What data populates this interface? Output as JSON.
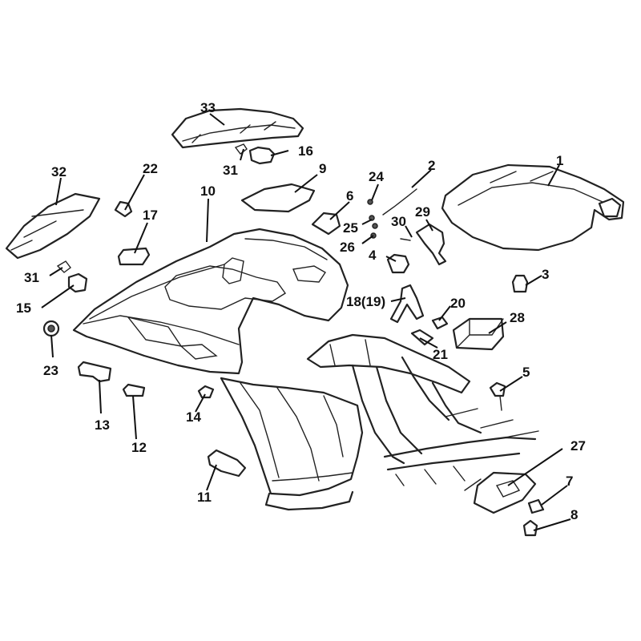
{
  "callouts": [
    {
      "id": "1",
      "label": "1"
    },
    {
      "id": "2",
      "label": "2"
    },
    {
      "id": "3",
      "label": "3"
    },
    {
      "id": "4",
      "label": "4"
    },
    {
      "id": "5",
      "label": "5"
    },
    {
      "id": "6",
      "label": "6"
    },
    {
      "id": "7",
      "label": "7"
    },
    {
      "id": "8",
      "label": "8"
    },
    {
      "id": "9",
      "label": "9"
    },
    {
      "id": "10",
      "label": "10"
    },
    {
      "id": "11",
      "label": "11"
    },
    {
      "id": "12",
      "label": "12"
    },
    {
      "id": "13",
      "label": "13"
    },
    {
      "id": "14",
      "label": "14"
    },
    {
      "id": "15",
      "label": "15"
    },
    {
      "id": "16",
      "label": "16"
    },
    {
      "id": "17",
      "label": "17"
    },
    {
      "id": "18_19",
      "label": "18(19)"
    },
    {
      "id": "20",
      "label": "20"
    },
    {
      "id": "21",
      "label": "21"
    },
    {
      "id": "22",
      "label": "22"
    },
    {
      "id": "23",
      "label": "23"
    },
    {
      "id": "24",
      "label": "24"
    },
    {
      "id": "25",
      "label": "25"
    },
    {
      "id": "26",
      "label": "26"
    },
    {
      "id": "27",
      "label": "27"
    },
    {
      "id": "28",
      "label": "28"
    },
    {
      "id": "29",
      "label": "29"
    },
    {
      "id": "30",
      "label": "30"
    },
    {
      "id": "31a",
      "label": "31"
    },
    {
      "id": "31b",
      "label": "31"
    },
    {
      "id": "32",
      "label": "32"
    },
    {
      "id": "33",
      "label": "33"
    }
  ]
}
